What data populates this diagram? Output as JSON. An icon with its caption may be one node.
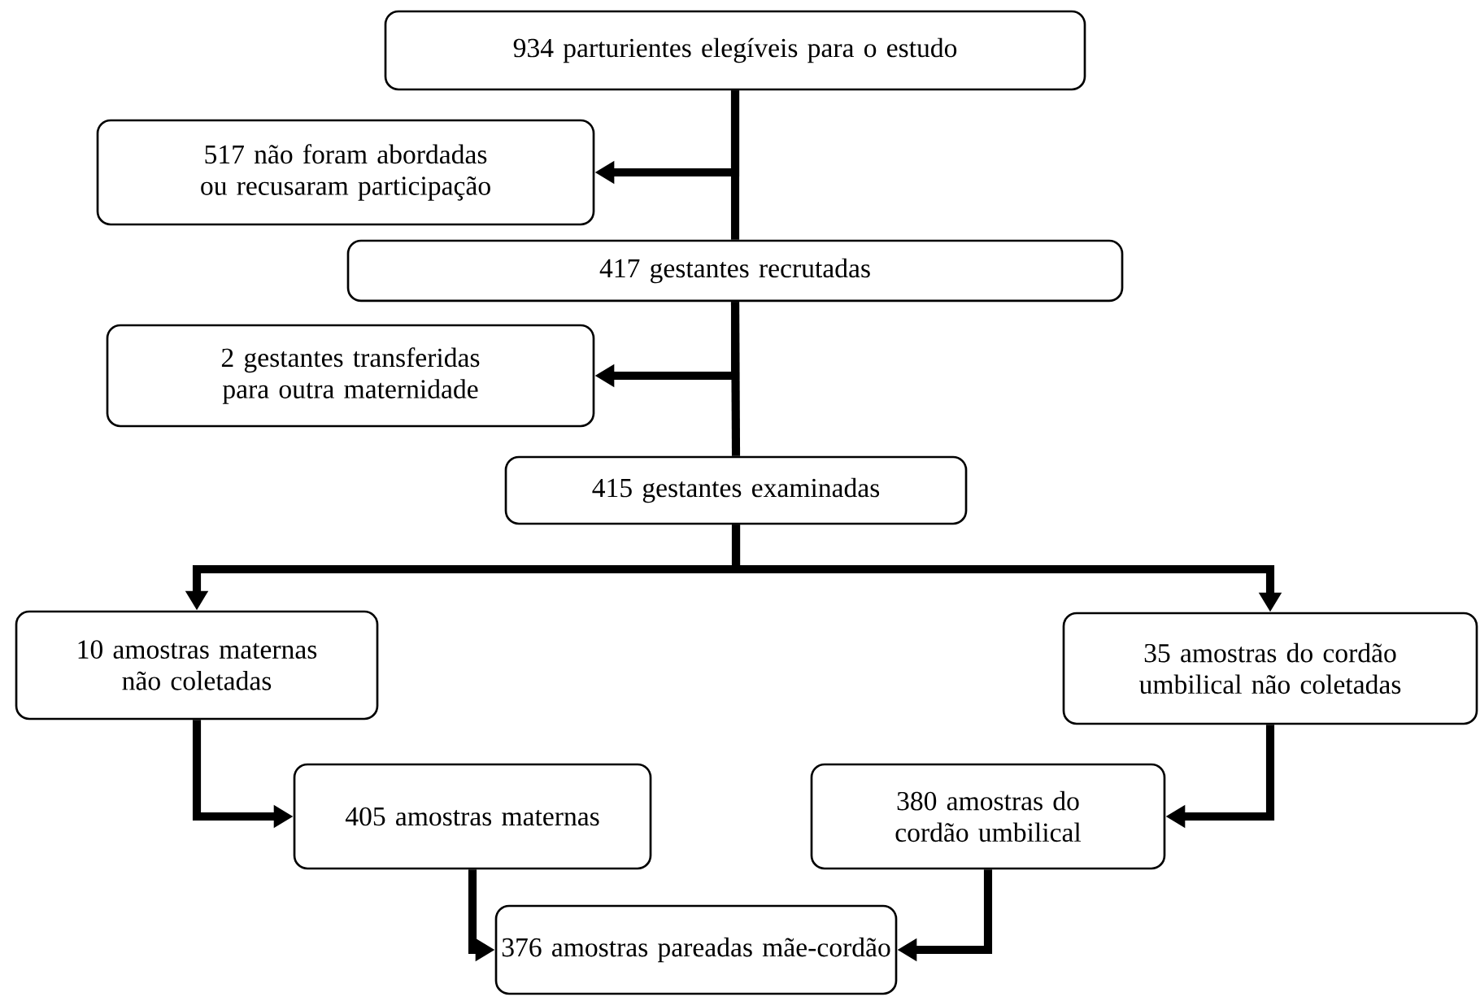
{
  "diagram": {
    "nodes": [
      {
        "text": [
          "934 parturientes elegíveis para o estudo"
        ]
      },
      {
        "text": [
          "517 não foram abordadas ou recusaram participação"
        ]
      },
      {
        "text": [
          "417 gestantes recrutadas"
        ]
      },
      {
        "text": [
          "2 gestantes transferidas para outra maternidade"
        ]
      },
      {
        "text": [
          "415 gestantes examinadas"
        ]
      },
      {
        "text": [
          "10 amostras maternas não coletadas"
        ]
      },
      {
        "text": [
          "35 amostras do cordão umbilical não coletadas"
        ]
      },
      {
        "text": [
          "405 amostras maternas"
        ]
      },
      {
        "text": [
          "380 amostras do cordão umbilical"
        ]
      },
      {
        "text": [
          "376 amostras pareadas mãe-cordão"
        ]
      }
    ],
    "edges": [
      {
        "from": 0,
        "to": 2,
        "arrow": "none"
      },
      {
        "from": 0,
        "to": 1,
        "arrow": "to"
      },
      {
        "from": 2,
        "to": 4,
        "arrow": "none"
      },
      {
        "from": 2,
        "to": 3,
        "arrow": "to"
      },
      {
        "from": 4,
        "to": 5,
        "arrow": "to"
      },
      {
        "from": 4,
        "to": 6,
        "arrow": "to"
      },
      {
        "from": 5,
        "to": 7,
        "arrow": "to"
      },
      {
        "from": 6,
        "to": 8,
        "arrow": "to"
      },
      {
        "from": 7,
        "to": 9,
        "arrow": "to"
      },
      {
        "from": 8,
        "to": 9,
        "arrow": "to"
      }
    ]
  }
}
